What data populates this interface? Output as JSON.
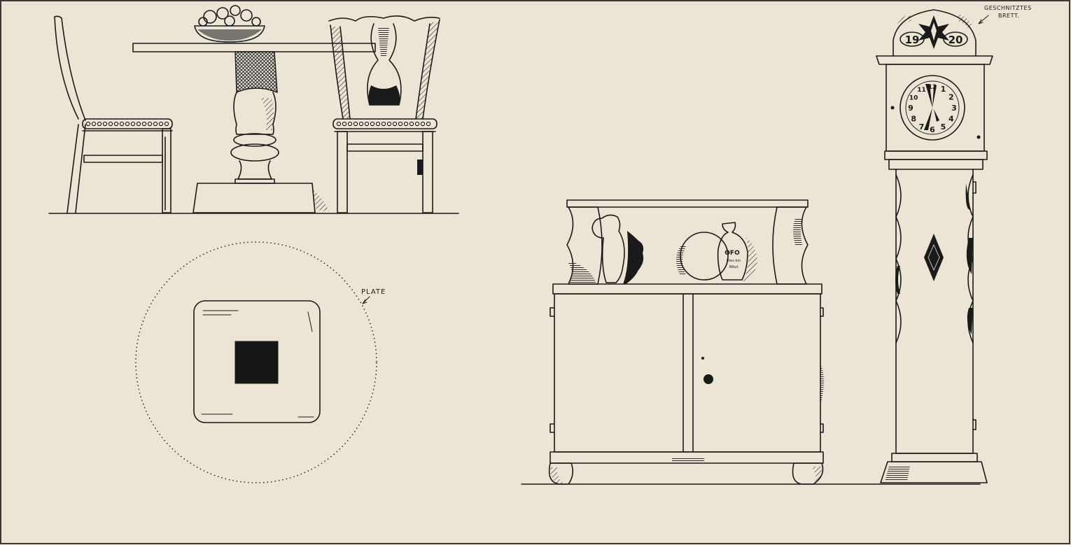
{
  "labels": {
    "plate": "PLATE",
    "carved_board_line1": "GESCHNITZTES",
    "carved_board_line2": "BRETT."
  },
  "clock": {
    "year_left": "19",
    "year_right": "20",
    "numerals": [
      "12",
      "1",
      "2",
      "3",
      "4",
      "5",
      "6",
      "7",
      "8",
      "9",
      "10",
      "11"
    ]
  },
  "jug_inscription": {
    "line1": "OFO",
    "line2": "Dies bin",
    "line3": "Albut"
  },
  "colors": {
    "paper": "#ece5d6",
    "ink": "#1a1a1a"
  }
}
